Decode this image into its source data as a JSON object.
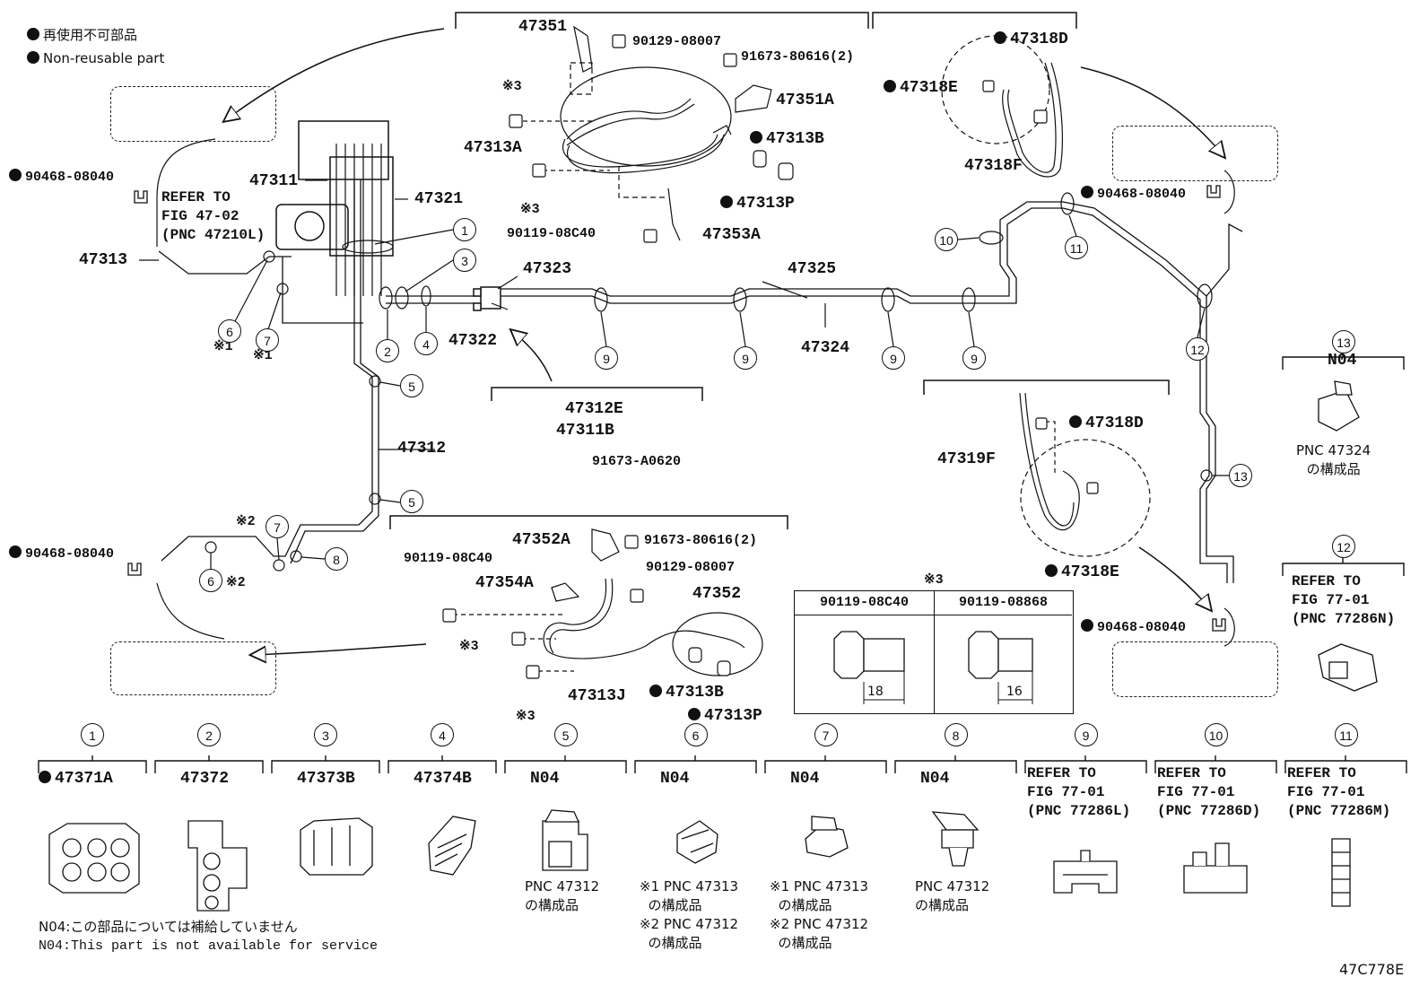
{
  "legend": {
    "line_jp": "再使用不可部品",
    "line_en": "Non-reusable part"
  },
  "diagram_code": "47C778E",
  "parts": {
    "p47351": "47351",
    "p90129_08007_top": "90129-08007",
    "p91673_80616_top": "91673-80616(2)",
    "p47351A": "47351A",
    "p47313A": "47313A",
    "p47313B_top": "47313B",
    "p47313P_top": "47313P",
    "p90119_08C40_top": "90119-08C40",
    "p47353A": "47353A",
    "p47318D_top": "47318D",
    "p47318E_top": "47318E",
    "p47318F": "47318F",
    "p90468_left_top": "90468-08040",
    "p47311": "47311",
    "p47321": "47321",
    "p47313": "47313",
    "p47323": "47323",
    "p47322": "47322",
    "p47325": "47325",
    "p47324": "47324",
    "p47312": "47312",
    "p47312E": "47312E",
    "p47311B": "47311B",
    "p91673_A0620": "91673-A0620",
    "p90468_right_top": "90468-08040",
    "p47319F": "47319F",
    "p47318D_mid": "47318D",
    "p47318E_mid": "47318E",
    "p90468_right_bot": "90468-08040",
    "p90468_left_bot": "90468-08040",
    "p47352A": "47352A",
    "p91673_80616_bot": "91673-80616(2)",
    "p90119_08C40_bot": "90119-08C40",
    "p90129_08007_bot": "90129-08007",
    "p47354A": "47354A",
    "p47352": "47352",
    "p47313J": "47313J",
    "p47313B_bot": "47313B",
    "p47313P_bot": "47313P"
  },
  "refer_fig_47_02": "REFER TO\nFIG 47-02\n(PNC 47210L)",
  "marks": {
    "m3": "※3",
    "m1": "※1",
    "m2": "※2"
  },
  "callouts": [
    "1",
    "2",
    "3",
    "4",
    "5",
    "6",
    "7",
    "8",
    "9",
    "10",
    "11",
    "12",
    "13"
  ],
  "bolt_table": {
    "mark": "※3",
    "col1_header": "90119-08C40",
    "col2_header": "90119-08868",
    "col1_len": "18",
    "col2_len": "16"
  },
  "right_panels": {
    "p13_code": "N04",
    "p13_caption": "PNC 47324\nの構成品",
    "p12_ref": "REFER TO\nFIG 77-01\n(PNC 77286N)"
  },
  "bottom_row": [
    {
      "num": "1",
      "title": "47371A",
      "nonreusable": true,
      "caption": ""
    },
    {
      "num": "2",
      "title": "47372",
      "nonreusable": false,
      "caption": ""
    },
    {
      "num": "3",
      "title": "47373B",
      "nonreusable": false,
      "caption": ""
    },
    {
      "num": "4",
      "title": "47374B",
      "nonreusable": false,
      "caption": ""
    },
    {
      "num": "5",
      "title": "N04",
      "nonreusable": false,
      "caption": "PNC 47312\nの構成品"
    },
    {
      "num": "6",
      "title": "N04",
      "nonreusable": false,
      "caption": "※1 PNC 47313\n  の構成品\n※2 PNC 47312\n  の構成品"
    },
    {
      "num": "7",
      "title": "N04",
      "nonreusable": false,
      "caption": "※1 PNC 47313\n  の構成品\n※2 PNC 47312\n  の構成品"
    },
    {
      "num": "8",
      "title": "N04",
      "nonreusable": false,
      "caption": "PNC 47312\nの構成品"
    },
    {
      "num": "9",
      "title": "REFER TO\nFIG 77-01\n(PNC 77286L)",
      "nonreusable": false,
      "caption": ""
    },
    {
      "num": "10",
      "title": "REFER TO\nFIG 77-01\n(PNC 77286D)",
      "nonreusable": false,
      "caption": ""
    },
    {
      "num": "11",
      "title": "REFER TO\nFIG 77-01\n(PNC 77286M)",
      "nonreusable": false,
      "caption": ""
    }
  ],
  "footnote": {
    "jp": "N04:この部品については補給していません",
    "en": "N04:This part is not available for service"
  }
}
